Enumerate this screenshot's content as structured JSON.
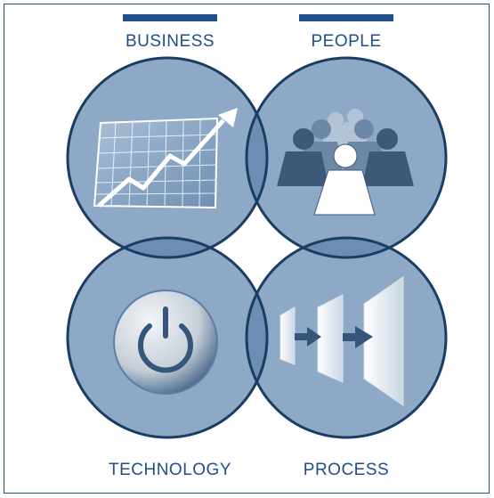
{
  "quadrants": {
    "business": {
      "label": "BUSINESS",
      "icon": "growth-chart-icon"
    },
    "people": {
      "label": "PEOPLE",
      "icon": "group-people-icon"
    },
    "technology": {
      "label": "TECHNOLOGY",
      "icon": "power-button-icon"
    },
    "process": {
      "label": "PROCESS",
      "icon": "process-flow-icon"
    }
  },
  "colors": {
    "accent": "#1f4f8a",
    "circle_fill": "#8ea9c6",
    "circle_stroke": "#1c3d63",
    "overlap_fill": "#6e8db2"
  }
}
